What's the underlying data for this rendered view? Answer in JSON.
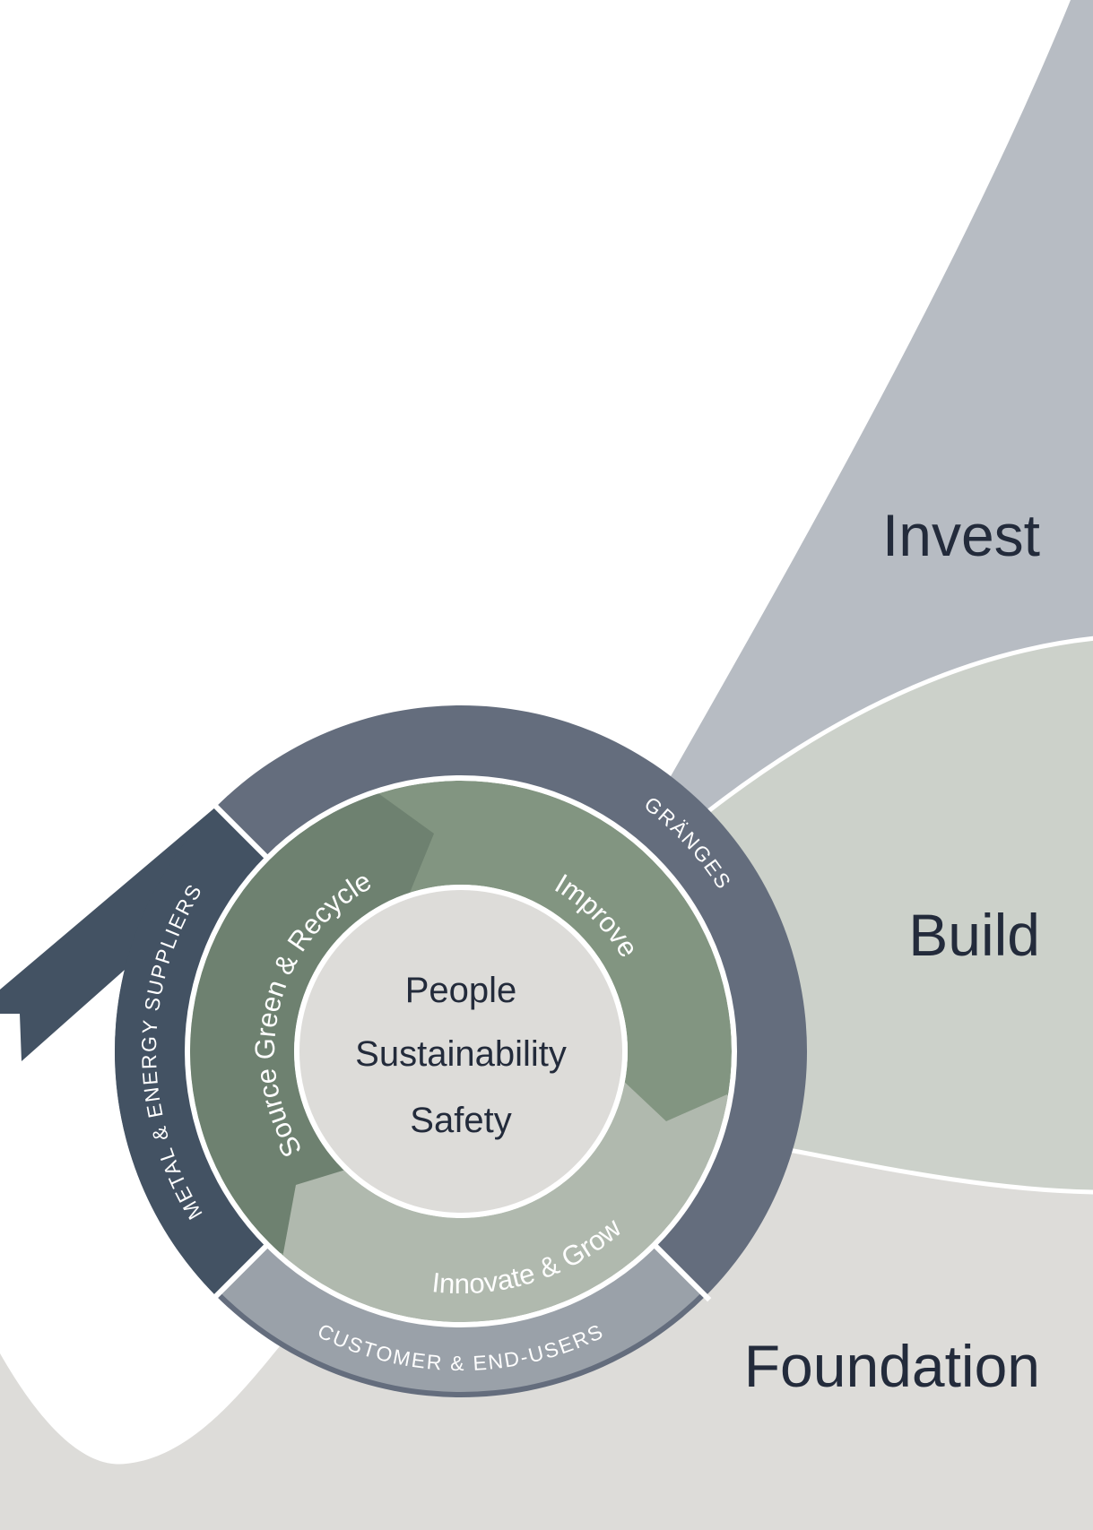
{
  "levels": {
    "invest": "Invest",
    "build": "Build",
    "foundation": "Foundation"
  },
  "outer_ring": {
    "granges": "GRÄNGES",
    "suppliers": "METAL & ENERGY SUPPLIERS",
    "customers": "CUSTOMER & END-USERS"
  },
  "cycle": {
    "source": "Source Green & Recycle",
    "improve": "Improve",
    "innovate": "Innovate & Grow"
  },
  "core": {
    "line1": "People",
    "line2": "Sustainability",
    "line3": "Safety"
  },
  "colors": {
    "invest": "#b7bcc3",
    "build": "#ccd1ca",
    "foundation": "#dddcd9",
    "granges": "#646d7d",
    "suppliers": "#435263",
    "customers": "#9aa1a9",
    "source": "#6e8170",
    "improve": "#829581",
    "innovate": "#b0b9ae",
    "text": "#232b3b"
  }
}
